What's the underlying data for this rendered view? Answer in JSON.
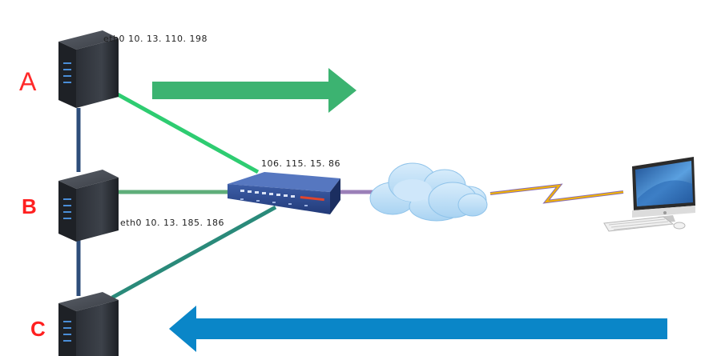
{
  "nodes": {
    "a": {
      "letter": "A",
      "interface": "eth0",
      "ip": "10. 13. 110. 198"
    },
    "b": {
      "letter": "B",
      "interface": "eth0",
      "ip": "10. 13. 185. 186"
    },
    "c": {
      "letter": "C"
    }
  },
  "router": {
    "ip": "106. 115. 15. 86"
  },
  "colors": {
    "letter": "#ff2020",
    "arrow_out": "#3cb371",
    "arrow_in": "#0a86c8",
    "trunk": "#2e4d7a",
    "link_a": "#2ecc71",
    "link_b": "#5fae7a",
    "link_c": "#2a8a7a",
    "link_wan": "#9b7fb8",
    "wireless": "#f4b400"
  },
  "icons": [
    "server-icon",
    "router-icon",
    "cloud-icon",
    "desktop-computer-icon",
    "keyboard-icon",
    "mouse-icon",
    "lightning-icon"
  ]
}
